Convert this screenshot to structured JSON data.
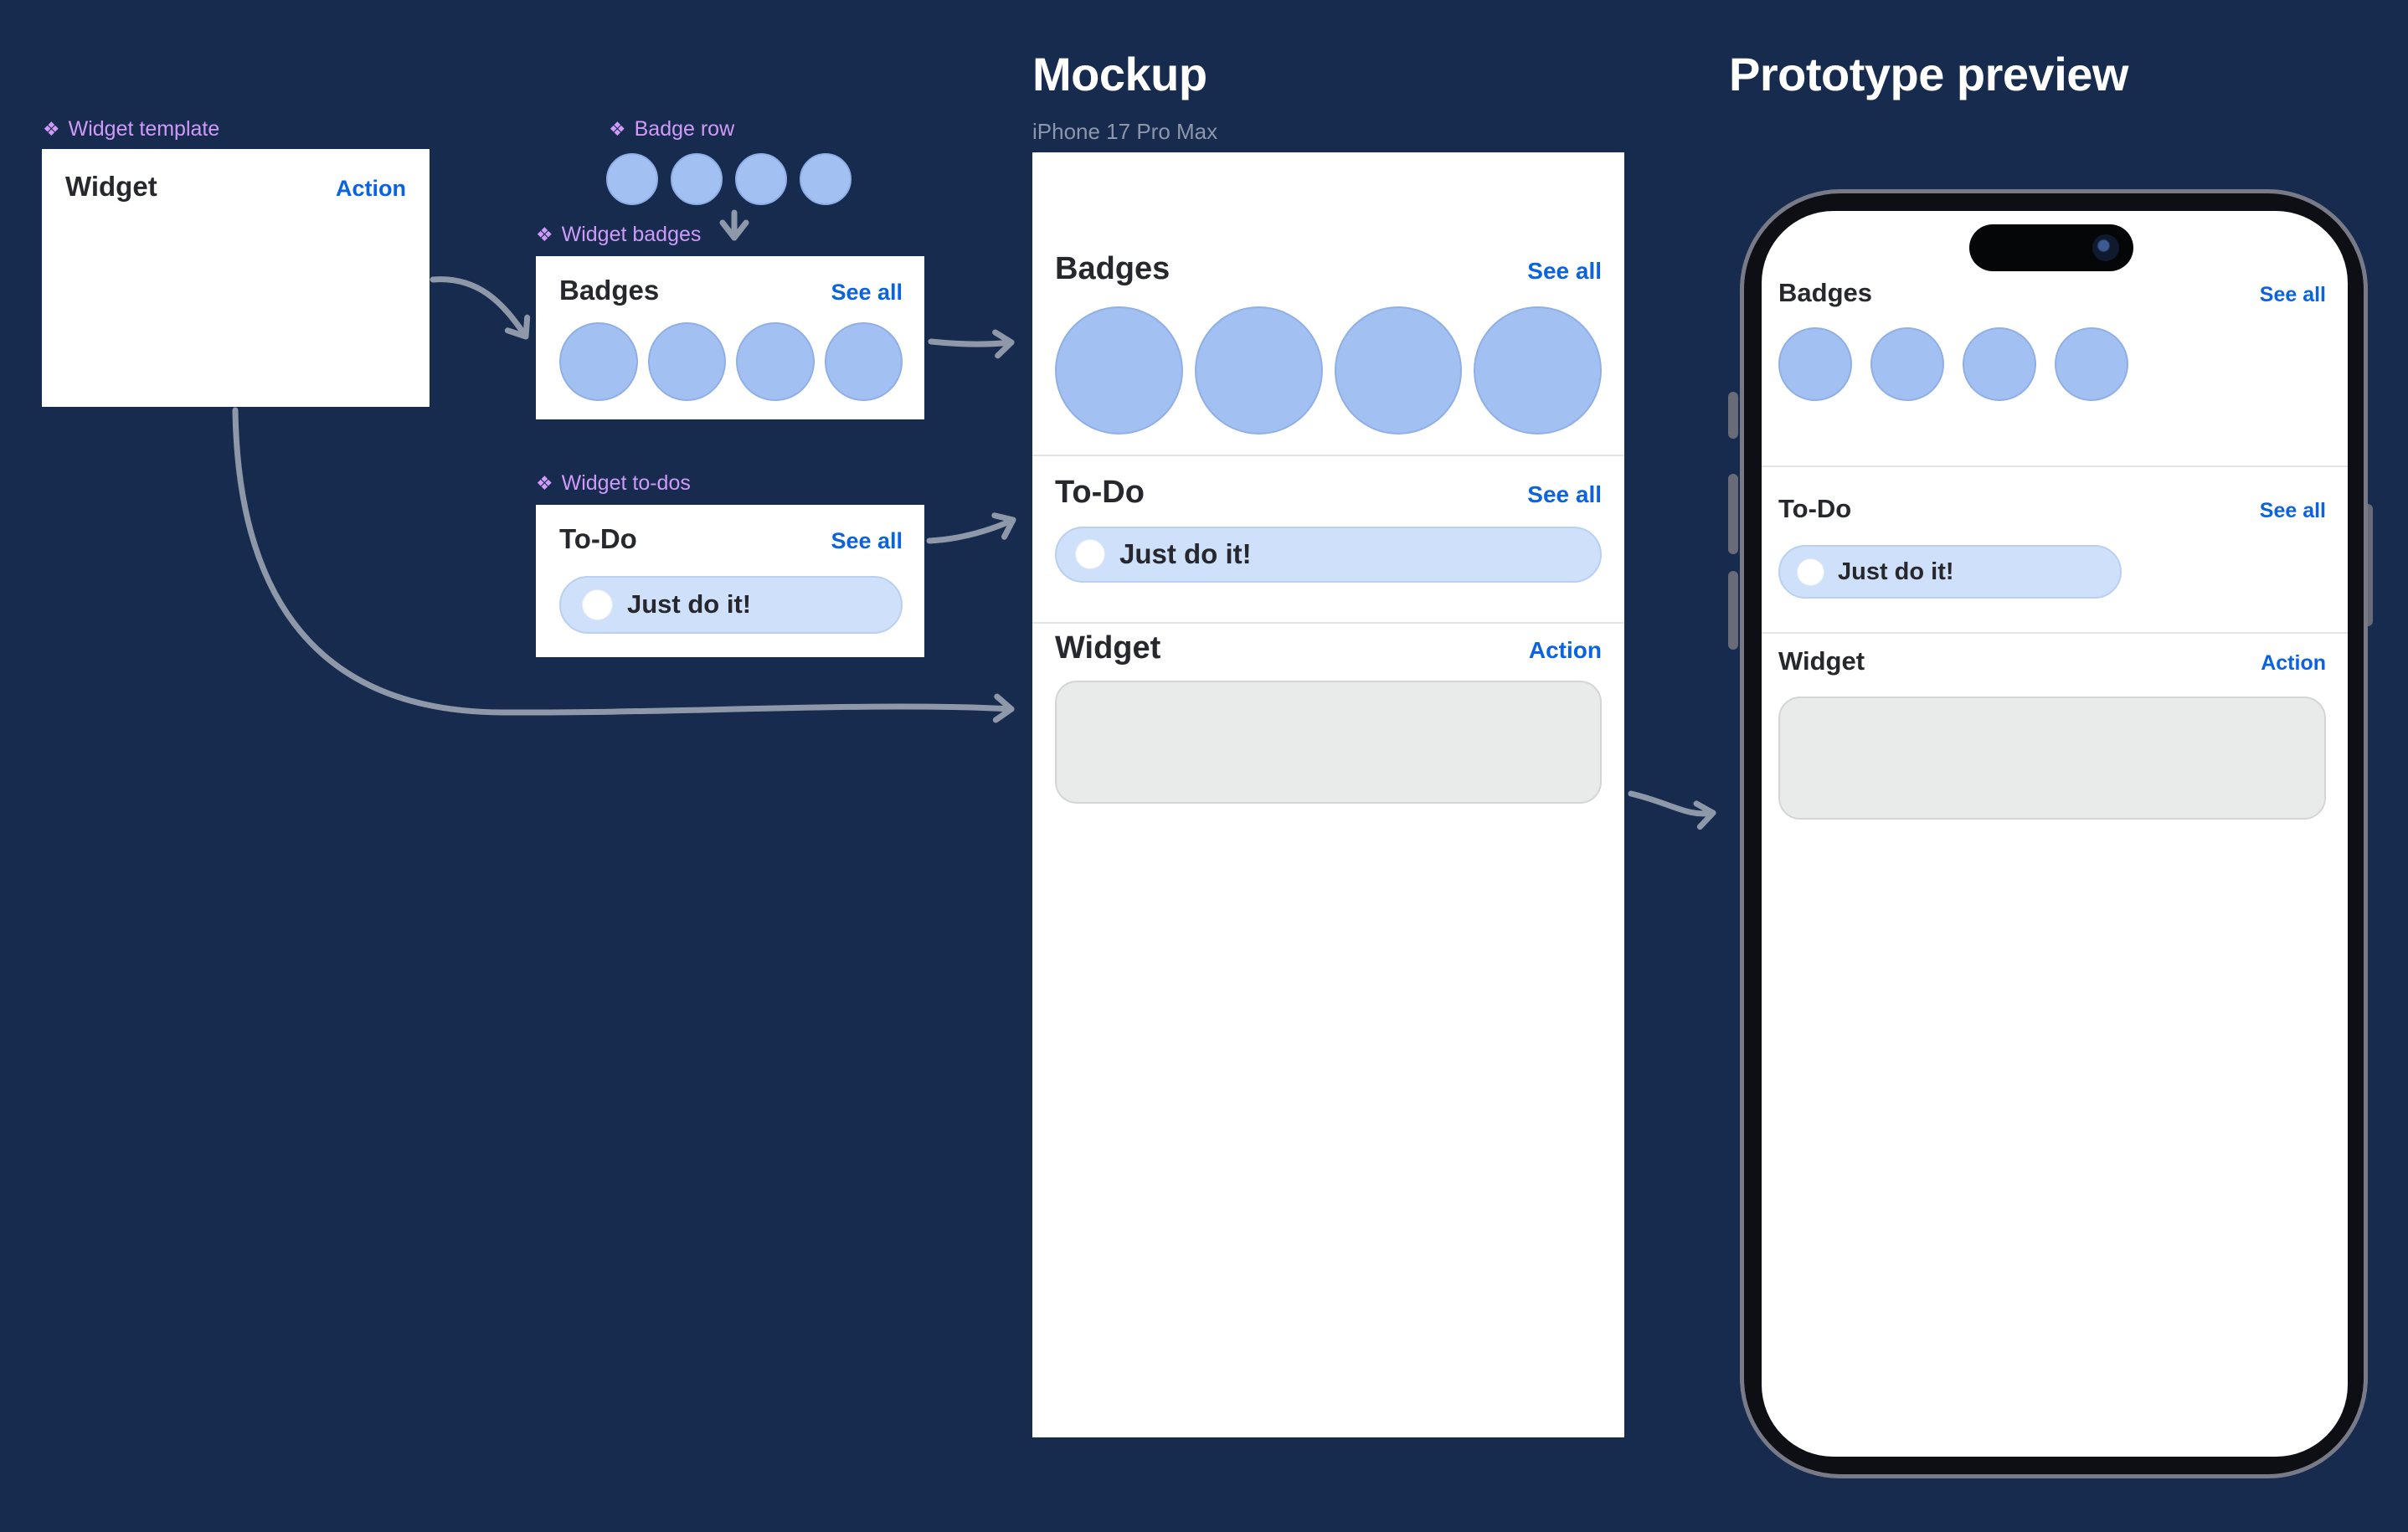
{
  "colors": {
    "background": "#172b4e",
    "label_purple": "#cf9af8",
    "link_blue": "#0b63e0",
    "badge_fill": "#a2c1f2",
    "badge_border": "#8fafe6",
    "pill_fill": "#cfe0fa",
    "pill_border": "#b9d0f3",
    "widget_placeholder": "#e9eaea",
    "arrow_gray": "#8e98a8",
    "heading_dark": "#26282d",
    "subtitle_gray": "#8d96aa",
    "divider": "#e4e5e8",
    "white": "#ffffff"
  },
  "groups": {
    "widget_template": {
      "label": "Widget template",
      "icon": "❖",
      "card": {
        "title": "Widget",
        "action": "Action"
      }
    },
    "badge_row": {
      "label": "Badge row",
      "icon": "❖",
      "badge_count": 4
    },
    "widget_badges": {
      "label": "Widget badges",
      "icon": "❖",
      "card": {
        "title": "Badges",
        "link": "See all",
        "badge_count": 4
      }
    },
    "widget_todos": {
      "label": "Widget to-dos",
      "icon": "❖",
      "card": {
        "title": "To-Do",
        "link": "See all",
        "todo": "Just do it!"
      }
    }
  },
  "mockup": {
    "title": "Mockup",
    "subtitle": "iPhone 17 Pro Max",
    "badges": {
      "title": "Badges",
      "link": "See all",
      "count": 4
    },
    "todo": {
      "title": "To-Do",
      "link": "See all",
      "item": "Just do it!"
    },
    "widget": {
      "title": "Widget",
      "action": "Action"
    }
  },
  "prototype": {
    "title": "Prototype preview",
    "badges": {
      "title": "Badges",
      "link": "See all",
      "count": 4
    },
    "todo": {
      "title": "To-Do",
      "link": "See all",
      "item": "Just do it!"
    },
    "widget": {
      "title": "Widget",
      "action": "Action"
    }
  }
}
